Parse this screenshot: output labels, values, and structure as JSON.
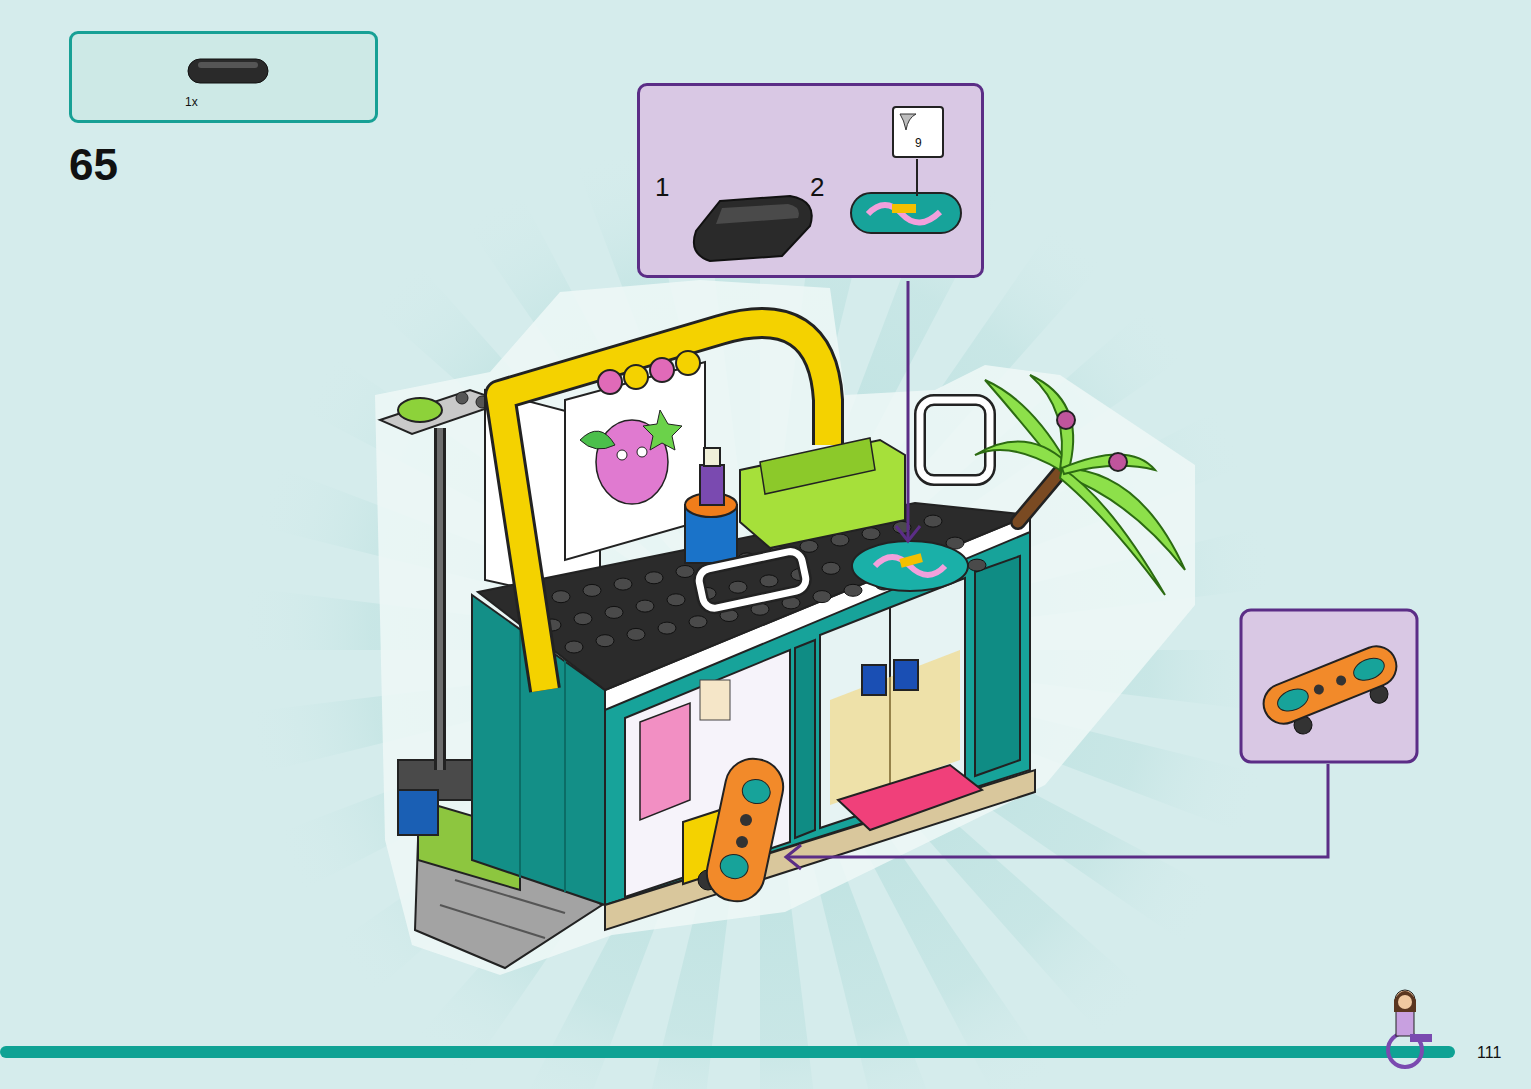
{
  "diagram": {
    "nodes": [
      {
        "text": [
          "1x"
        ]
      },
      {
        "text": [
          "1",
          "2"
        ]
      },
      {
        "text": [
          "9"
        ],
        "in": 1
      }
    ],
    "labels": [
      "65",
      "111"
    ]
  }
}
